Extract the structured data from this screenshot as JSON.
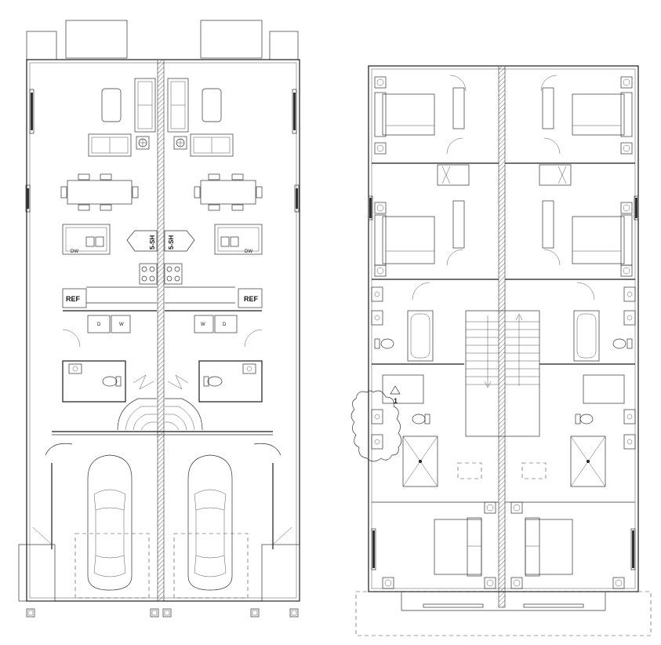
{
  "labels": {
    "ref_left": "REF",
    "ref_right": "REF",
    "shower_left": "5-SH",
    "shower_right": "5-SH",
    "dw_left": "DW",
    "dw_right": "DW",
    "dryer_left": "D",
    "washer_left": "W",
    "washer_right": "W",
    "dryer_right": "D",
    "revision_tag": "1"
  },
  "colors": {
    "line": "#1a1a1a",
    "party_wall_hatch": "#444444",
    "planter_stipple": "#888888"
  },
  "icons": [
    "car-icon",
    "toilet-icon",
    "sink-icon",
    "bathtub-icon",
    "shower-icon",
    "range-icon",
    "bed-icon",
    "sofa-icon",
    "dining-table-icon",
    "stair-icon",
    "revision-cloud-icon",
    "column-icon"
  ]
}
